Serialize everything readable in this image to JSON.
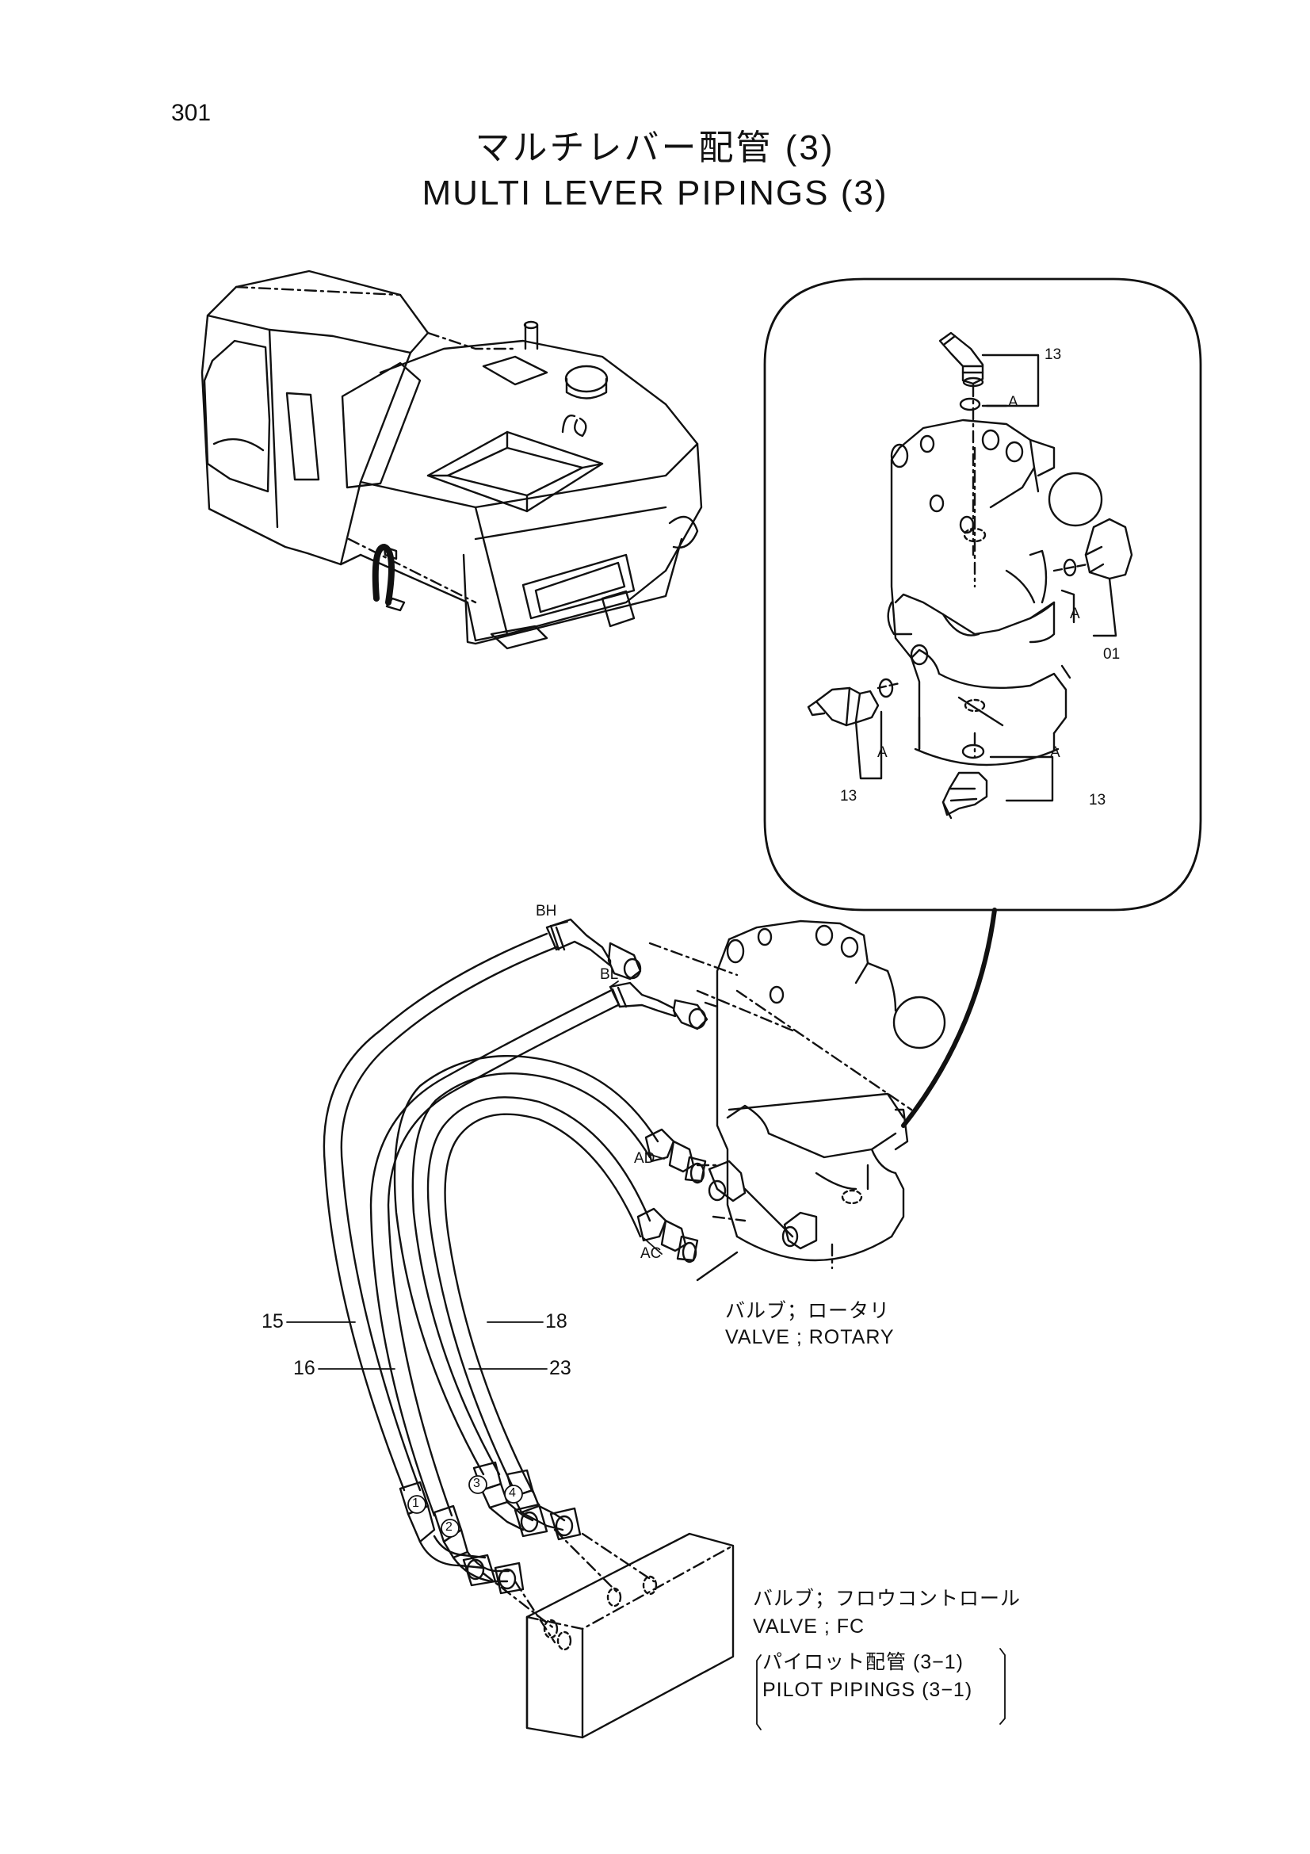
{
  "header": {
    "page_number": "301",
    "title_jp": "マルチレバー配管 (3)",
    "title_en": "MULTI LEVER PIPINGS (3)"
  },
  "detail_view": {
    "part_labels": [
      "13",
      "A",
      "A",
      "01",
      "A",
      "13",
      "A",
      "13"
    ]
  },
  "main_view": {
    "port_labels": [
      "BH",
      "BL",
      "AD",
      "AC"
    ],
    "hose_callouts": [
      "15",
      "16",
      "18",
      "23"
    ],
    "hose_markers": [
      "1",
      "2",
      "3",
      "4"
    ]
  },
  "captions": {
    "rotary_valve_jp": "バルブ；ロータリ",
    "rotary_valve_en": "VALVE ; ROTARY",
    "fc_valve_jp": "バルブ；フロウコントロール",
    "fc_valve_en": "VALVE ; FC",
    "pilot_ref_jp": "パイロット配管 (3−1)",
    "pilot_ref_en": "PILOT PIPINGS (3−1)"
  },
  "colors": {
    "ink": "#111111",
    "paper": "#ffffff"
  }
}
